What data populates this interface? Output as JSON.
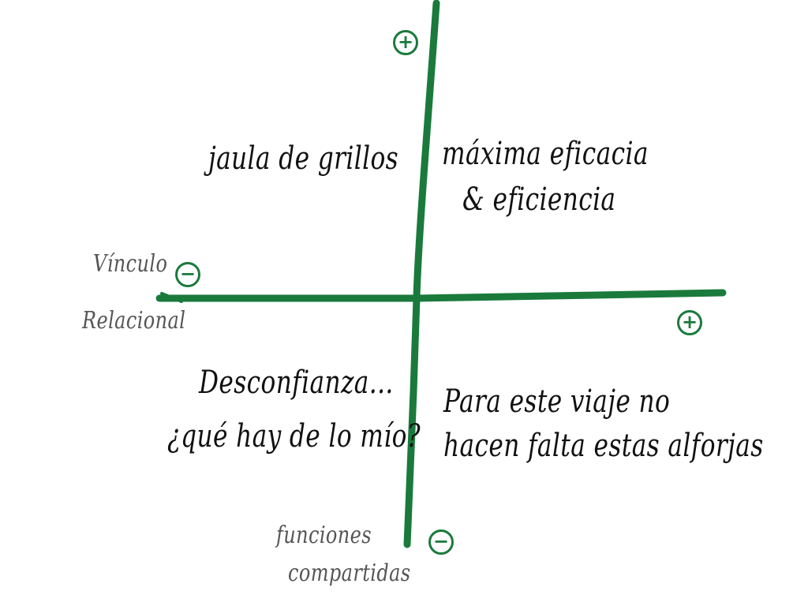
{
  "colors": {
    "axis": "#1a7a3c",
    "text": "#111111",
    "axis_label_text": "#555555"
  },
  "quadrants": {
    "top_left": "jaula de grillos",
    "top_right": {
      "line1": "máxima eficacia",
      "line2": "& eficiencia"
    },
    "bottom_left": {
      "line1": "Desconfianza...",
      "line2": "¿qué hay de lo mío?"
    },
    "bottom_right": {
      "line1": "Para este viaje no",
      "line2": "hacen falta estas alforjas"
    }
  },
  "axes": {
    "horizontal": {
      "line1": "Vínculo",
      "line2": "Relacional",
      "min_sign": "−",
      "max_sign": "+"
    },
    "vertical": {
      "line1": "funciones",
      "line2": "compartidas",
      "min_sign": "−",
      "max_sign": "+"
    }
  }
}
